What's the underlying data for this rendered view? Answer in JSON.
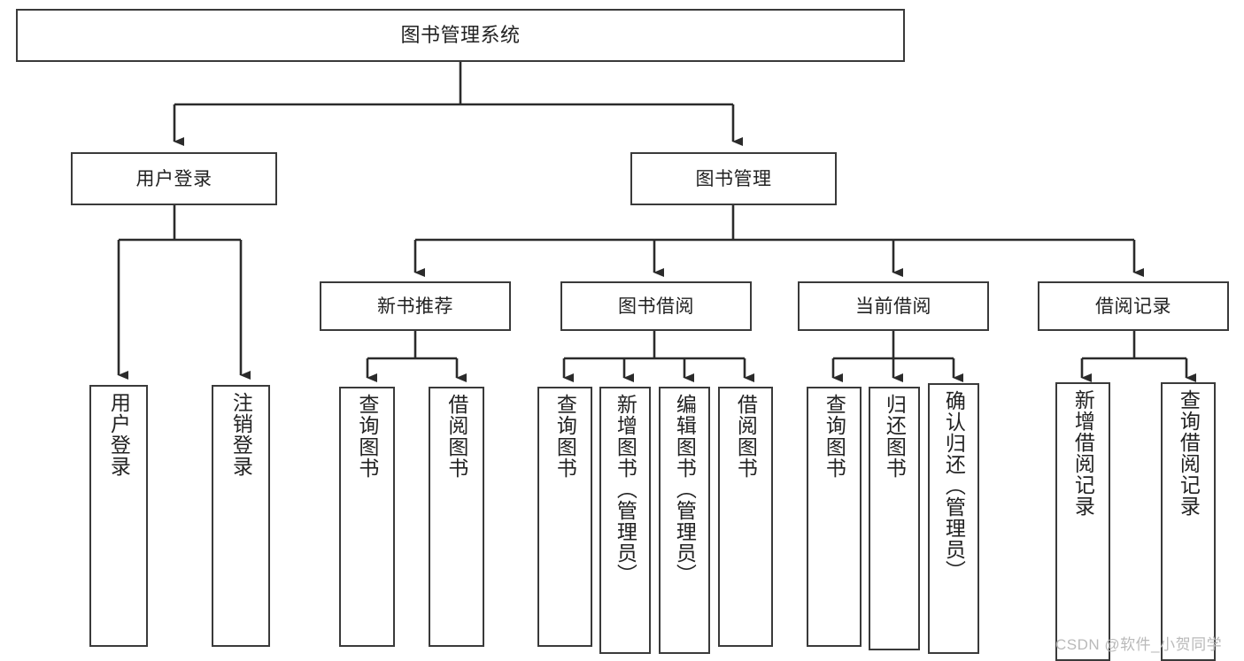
{
  "diagram": {
    "title": "图书管理系统",
    "type": "tree",
    "watermark": "CSDN @软件_小贺同学",
    "colors": {
      "box_border": "#3a3a3a",
      "box_fill": "#ffffff",
      "edge": "#2b2b2b",
      "text": "#222222",
      "watermark": "#b9b9b9"
    },
    "nodes": {
      "root": {
        "label": "图书管理系统"
      },
      "level1": [
        {
          "id": "user-login",
          "label": "用户登录"
        },
        {
          "id": "book-manage",
          "label": "图书管理"
        }
      ],
      "level2": [
        {
          "id": "new-book-recommend",
          "label": "新书推荐"
        },
        {
          "id": "book-borrow",
          "label": "图书借阅"
        },
        {
          "id": "current-borrow",
          "label": "当前借阅"
        },
        {
          "id": "borrow-record",
          "label": "借阅记录"
        }
      ],
      "leaves": {
        "user-login": [
          {
            "id": "leaf-user-login",
            "label": "用户登录"
          },
          {
            "id": "leaf-logout-login",
            "label": "注销登录"
          }
        ],
        "new-book-recommend": [
          {
            "id": "leaf-query-book-1",
            "label": "查询图书"
          },
          {
            "id": "leaf-borrow-book-1",
            "label": "借阅图书"
          }
        ],
        "book-borrow": [
          {
            "id": "leaf-query-book-2",
            "label": "查询图书"
          },
          {
            "id": "leaf-add-book",
            "label": "新增图书（管理员）"
          },
          {
            "id": "leaf-edit-book",
            "label": "编辑图书（管理员）"
          },
          {
            "id": "leaf-borrow-book-2",
            "label": "借阅图书"
          }
        ],
        "current-borrow": [
          {
            "id": "leaf-query-book-3",
            "label": "查询图书"
          },
          {
            "id": "leaf-return-book",
            "label": "归还图书"
          },
          {
            "id": "leaf-confirm-return",
            "label": "确认归还（管理员）"
          }
        ],
        "borrow-record": [
          {
            "id": "leaf-add-record",
            "label": "新增借阅记录"
          },
          {
            "id": "leaf-query-record",
            "label": "查询借阅记录"
          }
        ]
      }
    }
  }
}
